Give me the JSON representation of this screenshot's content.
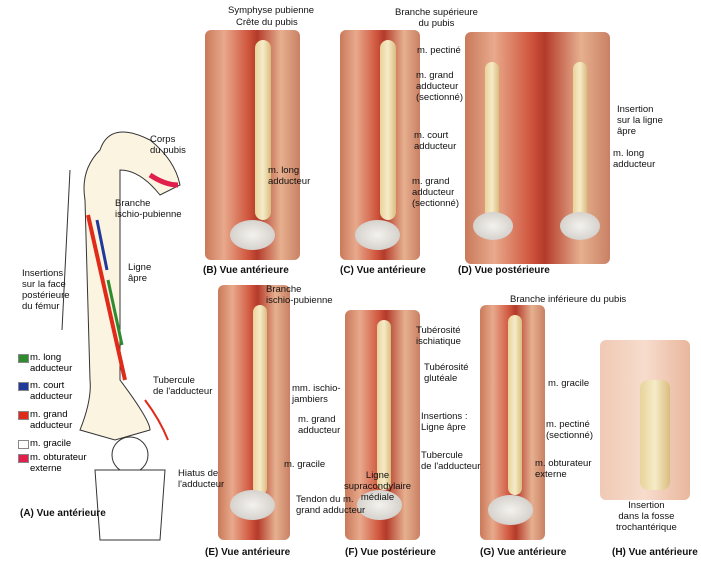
{
  "panelA": {
    "corps_pubis": "Corps\ndu pubis",
    "branche": "Branche\nischio-pubienne",
    "ligne_apre": "Ligne\nâpre",
    "insertions": "Insertions\nsur la face\npostérieure\ndu fémur",
    "tubercule": "Tubercule\nde l'adducteur",
    "caption": "(A) Vue antérieure",
    "legend": [
      {
        "label": "m. long\nadducteur",
        "color": "#2e8b2e"
      },
      {
        "label": "m. court\nadducteur",
        "color": "#1f3a9a"
      },
      {
        "label": "m. grand\nadducteur",
        "color": "#e02a1a"
      },
      {
        "label": "m. gracile",
        "color": "#ffffff"
      },
      {
        "label": "m. obturateur\nexterne",
        "color": "#e0204a"
      }
    ]
  },
  "panelB": {
    "symphyse": "Symphyse pubienne",
    "crete": "Crête du pubis",
    "long": "m. long\nadducteur",
    "caption": "(B) Vue antérieure"
  },
  "panelC": {
    "branche_sup": "Branche supérieure\ndu pubis",
    "court": "m. court\nadducteur",
    "caption": "(C) Vue antérieure"
  },
  "panelD": {
    "pectine": "m. pectiné",
    "grand1": "m. grand\nadducteur\n(sectionné)",
    "grand2": "m. grand\nadducteur\n(sectionné)",
    "insertion": "Insertion\nsur la ligne\nâpre",
    "long": "m. long\nadducteur",
    "caption": "(D) Vue postérieure"
  },
  "panelE": {
    "branche": "Branche\nischio-pubienne",
    "ischio": "mm. ischio-\njambiers",
    "grand": "m. grand\nadducteur",
    "gracile": "m. gracile",
    "hiatus": "Hiatus de\nl'adducteur",
    "tendon": "Tendon du m.\ngrand adducteur",
    "caption": "(E) Vue antérieure"
  },
  "panelF": {
    "tub_isch": "Tubérosité\nischiatique",
    "tub_glut": "Tubérosité\nglutéale",
    "insertions": "Insertions :\nLigne âpre",
    "tubercule": "Tubercule\nde l'adducteur",
    "ligne_supra": "Ligne\nsupracondylaire\nmédiale",
    "caption": "(F) Vue postérieure"
  },
  "panelG": {
    "branche_inf": "Branche inférieure du pubis",
    "gracile": "m. gracile",
    "caption": "(G) Vue antérieure"
  },
  "panelH": {
    "pectine": "m. pectiné\n(sectionné)",
    "obturateur": "m. obturateur\nexterne",
    "insertion": "Insertion\ndans la fosse\ntrochantérique",
    "caption": "(H) Vue antérieure"
  }
}
